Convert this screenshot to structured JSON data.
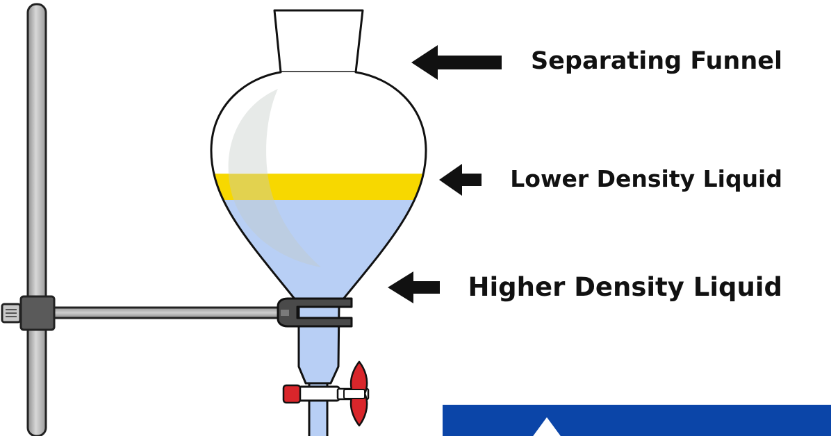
{
  "labels": {
    "separating_funnel": "Separating Funnel",
    "lower_density_liquid": "Lower Density Liquid",
    "higher_density_liquid": "Higher Density Liquid"
  },
  "colors": {
    "lower_density_liquid": "#f7d800",
    "higher_density_liquid": "#b8cff5",
    "stopcock_handle": "#d9262b",
    "corner_panel": "#0b45a8",
    "arrow": "#111111"
  }
}
